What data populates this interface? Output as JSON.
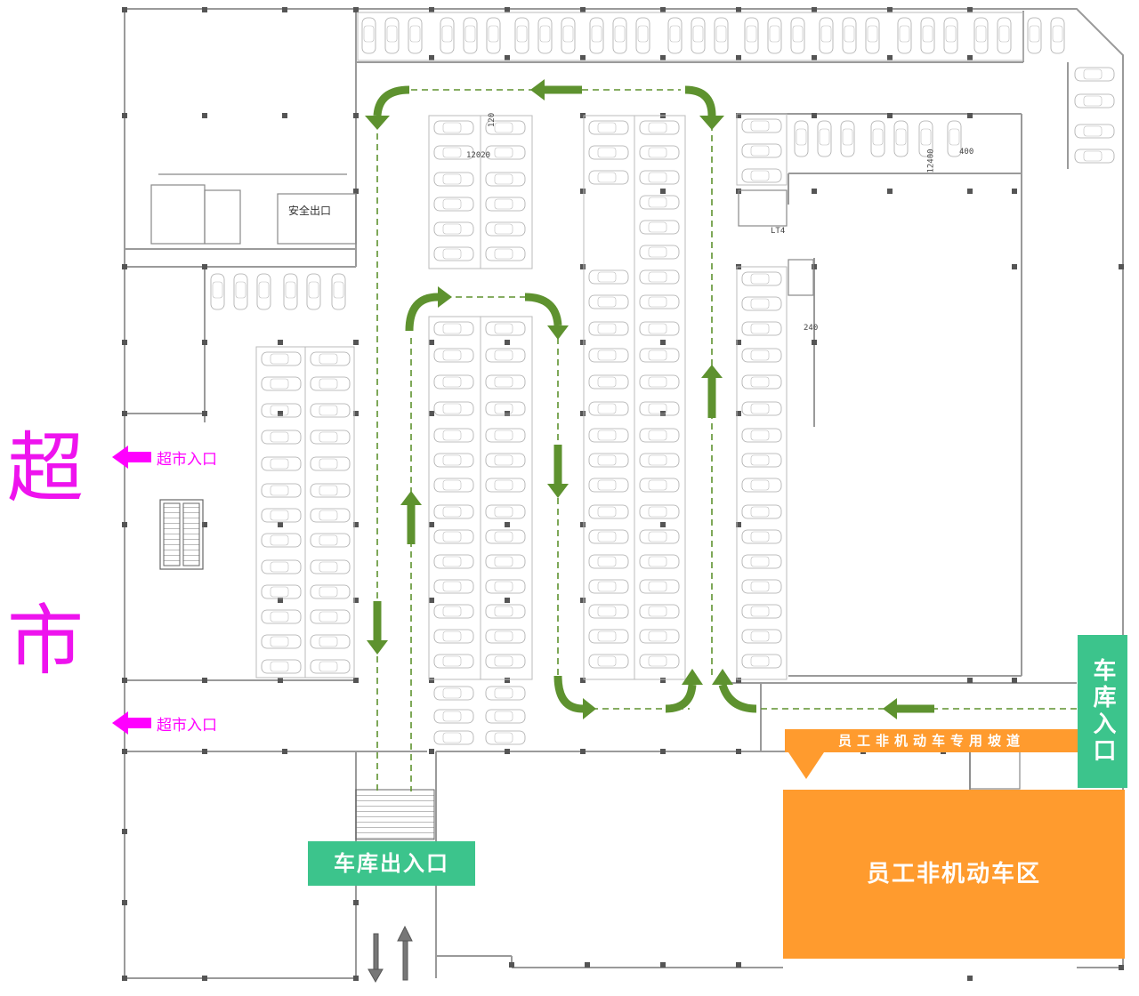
{
  "supermarket": {
    "label_char_1": "超",
    "label_char_2": "市",
    "entrance_label": "超市入口",
    "color": "#ff00ff"
  },
  "garage": {
    "main_gate_label": "车库出入口",
    "entrance_label": "车库入口",
    "safety_exit_label": "安全出口",
    "gate_color": "#3cc48c"
  },
  "staff": {
    "ramp_label": "员工非机动车专用坡道",
    "bike_area_label": "员工非机动车区",
    "color": "#ff9b2e"
  },
  "route": {
    "color": "#5e922f",
    "style": "dashed"
  },
  "cad_notes": {
    "dim_a": "12020",
    "dim_b": "12400",
    "dim_c": "240",
    "dim_d": "400",
    "dim_e": "120",
    "lift": "LT4"
  },
  "icons": {
    "route_arrow": "green-direction-arrow",
    "entry_arrow": "magenta-left-arrow",
    "traffic_arrows": "grey-up-down-arrows"
  }
}
